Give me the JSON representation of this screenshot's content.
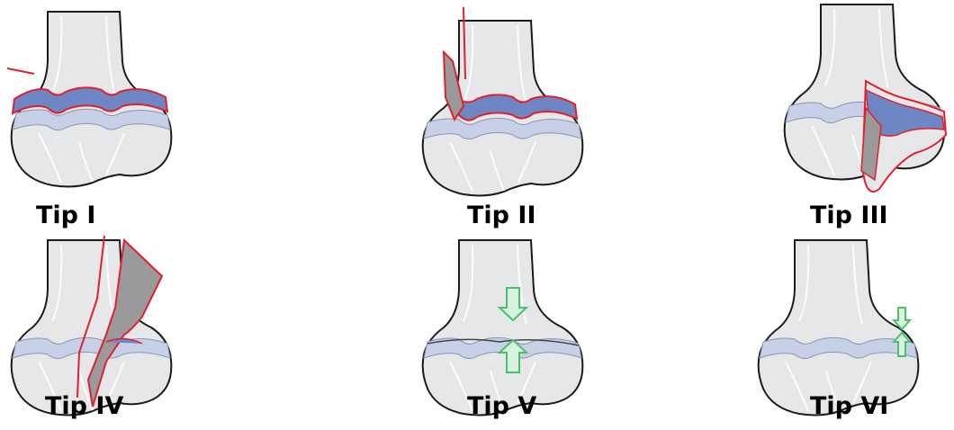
{
  "panels": [
    {
      "id": "type-1",
      "label": "Tip I"
    },
    {
      "id": "type-2",
      "label": "Tip II"
    },
    {
      "id": "type-3",
      "label": "Tip III"
    },
    {
      "id": "type-4",
      "label": "Tip IV"
    },
    {
      "id": "type-5",
      "label": "Tip V"
    },
    {
      "id": "type-6",
      "label": "Tip VI"
    }
  ],
  "colors": {
    "bone_fill": "#e6e7e9",
    "bone_outline": "#1a1a1a",
    "growth_plate": "#c7d0e6",
    "fracture_line": "#e0202e",
    "displaced_plate": "#6f86c4",
    "fragment": "#9a9a9a",
    "compression_arrow": "#4cbf6e"
  }
}
